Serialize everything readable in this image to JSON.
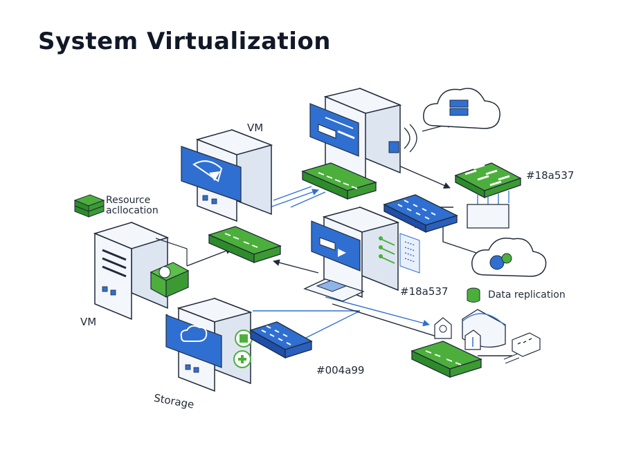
{
  "title": "System Virtualization",
  "labels": {
    "vm_top": "VM",
    "vm_left": "VM",
    "resource_line1": "Resource",
    "resource_line2": "acllocation",
    "hex_top_right": "#18a537",
    "hex_middle": "#18a537",
    "hex_bottom": "#004a99",
    "data_replication": "Data replication",
    "storage": "Storage"
  },
  "colors": {
    "blue": "#2f6fd1",
    "dark_blue": "#1f4fa8",
    "green": "#4caf3c",
    "dark_green": "#2e8b2a",
    "outline": "#1f2a3a",
    "server_face": "#f3f6fb",
    "server_side": "#dde5f0"
  },
  "icons": [
    "cloud-icon",
    "server-icon",
    "switch-icon",
    "database-icon",
    "stack-icon",
    "lock-icon",
    "chip-icon"
  ]
}
